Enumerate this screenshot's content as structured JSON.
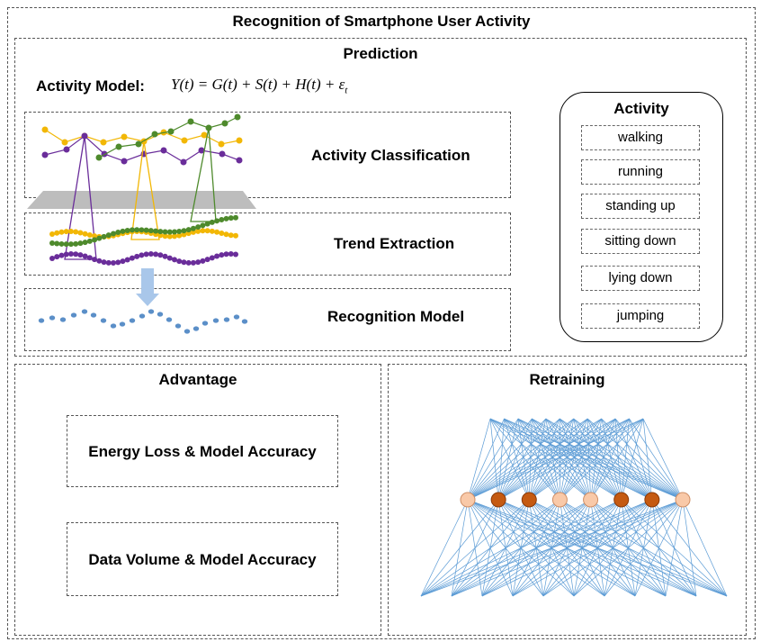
{
  "title": "Recognition of Smartphone User Activity",
  "prediction": {
    "title": "Prediction",
    "model_label": "Activity Model:",
    "formula": "Y(t) = G(t) + S(t) + H(t) + ε",
    "formula_subscript": "t",
    "stages": [
      {
        "label": "Activity Classification"
      },
      {
        "label": "Trend Extraction"
      },
      {
        "label": "Recognition Model"
      }
    ]
  },
  "activity": {
    "title": "Activity",
    "items": [
      "walking",
      "running",
      "standing up",
      "sitting down",
      "lying down",
      "jumping"
    ]
  },
  "advantage": {
    "title": "Advantage",
    "items": [
      "Energy Loss & Model Accuracy",
      "Data Volume & Model Accuracy"
    ]
  },
  "retraining": {
    "title": "Retraining",
    "network": {
      "top_nodes": 12,
      "middle_nodes": [
        "light",
        "dark",
        "dark",
        "light",
        "light",
        "dark",
        "dark",
        "light"
      ],
      "bottom_nodes": 11
    }
  },
  "colors": {
    "yellow": "#f2b705",
    "purple": "#6a2d9a",
    "green": "#4e8a2c",
    "blue_dots": "#5b8fc8",
    "arrow": "#a9c7ea",
    "band": "#bdbdbd",
    "node_light": "#f9c9a8",
    "node_dark": "#c55a11",
    "edge": "#5b9bd5"
  }
}
